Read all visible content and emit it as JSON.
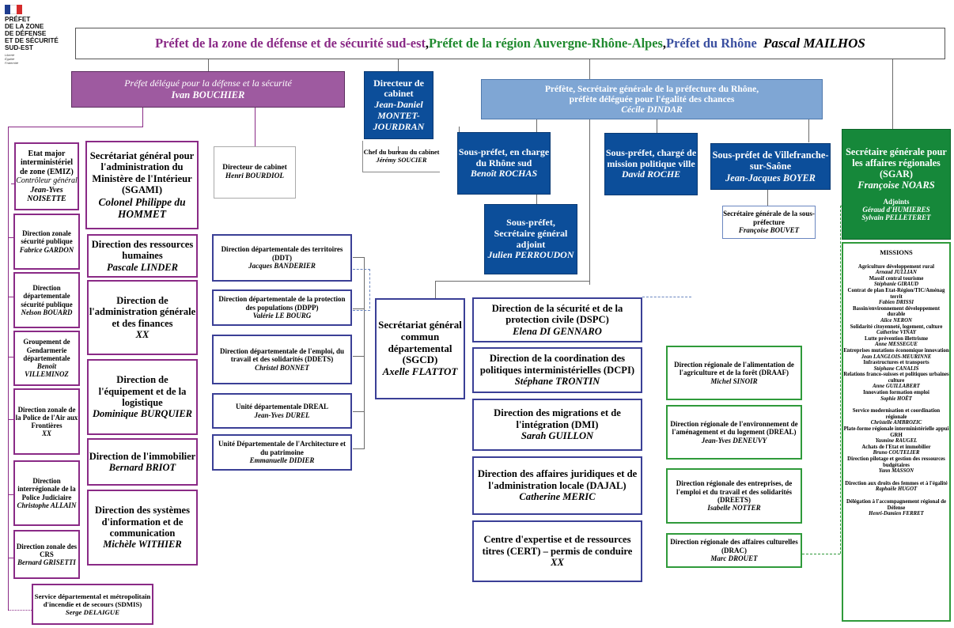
{
  "logo": {
    "lines": [
      "PRÉFET",
      "DE LA ZONE",
      "DE DÉFENSE",
      "ET DE SÉCURITÉ",
      "SUD-EST"
    ],
    "motto": [
      "Liberté",
      "Égalité",
      "Fraternité"
    ]
  },
  "title": {
    "part1": "Préfet de la zone de défense et de sécurité sud-est",
    "sep1": ", ",
    "part2": "Préfet de la région Auvergne-Rhône-Alpes",
    "sep2": ", ",
    "part3": "Préfet du Rhône",
    "name": "Pascal MAILHOS"
  },
  "delegue": {
    "title": "Préfet délégué pour la défense et la sécurité",
    "name": "Ivan BOUCHIER"
  },
  "directeur_cabinet": {
    "title": "Directeur de cabinet",
    "name": "Jean-Daniel MONTET-JOURDRAN"
  },
  "chef_bureau": {
    "title": "Chef du bureau du cabinet",
    "name": "Jérémy SOUCIER"
  },
  "sg_prefecture": {
    "title1": "Préfète, Secrétaire générale de la préfecture du Rhône,",
    "title2": "préfète déléguée pour l'égalité des chances",
    "name": "Cécile DINDAR"
  },
  "sp_sud": {
    "title": "Sous-préfet, en charge du Rhône sud",
    "name": "Benoît ROCHAS"
  },
  "sp_ville": {
    "title": "Sous-préfet, chargé de mission politique ville",
    "name": "David ROCHE"
  },
  "sp_villefranche": {
    "title": "Sous-préfet de Villefranche-sur-Saône",
    "name": "Jean-Jacques BOYER"
  },
  "sg_sousprefecture": {
    "title": "Secrétaire générale de la sous-préfecture",
    "name": "Françoise BOUVET"
  },
  "sp_adjoint": {
    "title": "Sous-préfet, Secrétaire général adjoint",
    "name": "Julien PERROUDON"
  },
  "sgar": {
    "title": "Secrétaire générale pour les affaires régionales (SGAR)",
    "name": "Françoise NOARS",
    "adjoints_label": "Adjoints",
    "adjoints": [
      "Géraud d'HUMIERES",
      "Sylvain PELLETERET"
    ]
  },
  "emiz": {
    "title": "Etat major interministériel de zone (EMIZ)",
    "role": "Contrôleur général",
    "name": "Jean-Yves NOISETTE"
  },
  "sgami": {
    "title": "Secrétariat général pour l'administration du Ministère de l'Intérieur (SGAMI)",
    "name": "Colonel Philippe du HOMMET"
  },
  "dir_cab_def": {
    "title": "Directeur de cabinet",
    "name": "Henri BOURDIOL"
  },
  "left_col": [
    {
      "title": "Direction zonale sécurité publique",
      "name": "Fabrice GARDON"
    },
    {
      "title": "Direction départementale sécurité publique",
      "name": "Nelson BOUARD"
    },
    {
      "title": "Groupement de Gendarmerie départementale",
      "name": "Benoît VILLEMINOZ"
    },
    {
      "title": "Direction zonale de la Police de l'Air aux Frontières",
      "name": "XX"
    },
    {
      "title": "Direction interrégionale de la Police Judiciaire",
      "name": "Christophe ALLAIN"
    },
    {
      "title": "Direction zonale des CRS",
      "name": "Bernard GRISETTI"
    }
  ],
  "sgami_dirs": [
    {
      "title": "Direction des ressources humaines",
      "name": "Pascale LINDER"
    },
    {
      "title": "Direction de l'administration générale et des finances",
      "name": "XX"
    },
    {
      "title": "Direction de l'équipement et de la logistique",
      "name": "Dominique BURQUIER"
    },
    {
      "title": "Direction de l'immobilier",
      "name": "Bernard BRIOT"
    },
    {
      "title": "Direction des systèmes d'information et de communication",
      "name": "Michèle WITHIER"
    }
  ],
  "sdmis": {
    "title": "Service départemental et métropolitain d'incendie et de secours (SDMIS)",
    "name": "Serge DELAIGUE"
  },
  "ddi": [
    {
      "title": "Direction départementale des territoires (DDT)",
      "name": "Jacques BANDERIER"
    },
    {
      "title": "Direction départementale de la protection des populations (DDPP)",
      "name": "Valérie LE BOURG"
    },
    {
      "title": "Direction départementale de l'emploi, du travail et des solidarités (DDETS)",
      "name": "Christel BONNET"
    },
    {
      "title": "Unité départementale DREAL",
      "name": "Jean-Yves DUREL"
    },
    {
      "title": "Unité Départementale de l'Architecture et du patrimoine",
      "name": "Emmanuelle DIDIER"
    }
  ],
  "sgcd": {
    "title": "Secrétariat général commun départemental (SGCD)",
    "name": "Axelle FLATTOT"
  },
  "pref_dirs": [
    {
      "title": "Direction de la sécurité et de la protection civile (DSPC)",
      "name": "Elena DI GENNARO"
    },
    {
      "title": "Direction de la coordination des politiques interministérielles (DCPI)",
      "name": "Stéphane TRONTIN"
    },
    {
      "title": "Direction des migrations et de l'intégration (DMI)",
      "name": "Sarah GUILLON"
    },
    {
      "title": "Direction des affaires juridiques et de l'administration locale (DAJAL)",
      "name": "Catherine MERIC"
    },
    {
      "title": "Centre d'expertise et de ressources titres (CERT) – permis de conduire",
      "name": "XX"
    }
  ],
  "regional_dirs": [
    {
      "title": "Direction régionale de l'alimentation de l'agriculture et de la forêt (DRAAF)",
      "name": "Michel SINOIR"
    },
    {
      "title": "Direction régionale de l'environnement de l'aménagement et du logement (DREAL)",
      "name": "Jean-Yves DENEUVY"
    },
    {
      "title": "Direction régionale des entreprises, de l'emploi et du travail et des solidarités (DREETS)",
      "name": "Isabelle NOTTER"
    },
    {
      "title": "Direction régionale des affaires culturelles (DRAC)",
      "name": "Marc DROUET"
    }
  ],
  "missions": {
    "heading": "MISSIONS",
    "items": [
      {
        "title": "Agriculture développement rural",
        "name": "Arnaud JULLIAN"
      },
      {
        "title": "Massif central tourisme",
        "name": "Stéphanie GIRAUD"
      },
      {
        "title": "Contrat de plan Etat-Région/TIC/Aménag territ",
        "name": "Fabien DRISSI"
      },
      {
        "title": "Bassin/environnement développement durable",
        "name": "Alice NERON"
      },
      {
        "title": "Solidarité citoyenneté, logement, culture",
        "name": "Catherine VINAY"
      },
      {
        "title": "Lutte prévention illettrisme",
        "name": "Anne MESSEGUE"
      },
      {
        "title": "Entreprises mutations économique innovation",
        "name": "Jean LANGLOIS-MEURINNE"
      },
      {
        "title": "Infrastructures et transports",
        "name": "Stéphane CANALIS"
      },
      {
        "title": "Relations franco-suisses et politiques urbaines culture",
        "name": "Anne GUILLABERT"
      },
      {
        "title": "Innovation formation emploi",
        "name": "Sophie HOËT"
      },
      {
        "title": "Service modernisation et coordination régionale",
        "name": "Christelle AMBROZIC"
      },
      {
        "title": "Plate-forme régionale interministérielle appui GRH",
        "name": "Yasmine RAUGEL"
      },
      {
        "title": "Achats de l'Etat et immobilier",
        "name": "Bruno COUTELIER"
      },
      {
        "title": "Direction pilotage et gestion des ressources budgétaires",
        "name": "Yann MASSON"
      },
      {
        "title": "Direction aux droits des femmes et à l'égalité",
        "name": "Raphaële HUGOT"
      },
      {
        "title": "Délégation à l'accompagnement régional de Défense",
        "name": "Henri-Damien FERRET"
      }
    ]
  },
  "colors": {
    "purple": "#8a2a86",
    "title_purple": "#8a2a86",
    "title_green": "#1f8a2e",
    "title_blue": "#3a4fa0",
    "navy": "#3a3f96",
    "green": "#2f9a3a",
    "dark_blue": "#0c4e9a",
    "light_blue": "#7fa6d4"
  }
}
